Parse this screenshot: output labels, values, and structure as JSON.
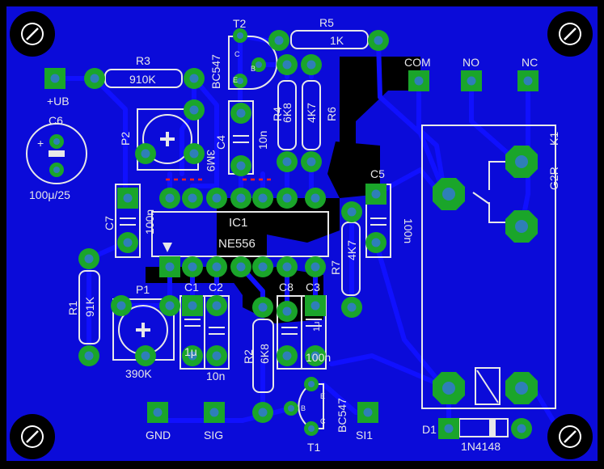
{
  "colors": {
    "background": "#000000",
    "copper": "#0b0bd9",
    "trace": "#1010ff",
    "pad": "#1aa52a",
    "hole": "#2e7fb8",
    "silk": "#e8e8e8",
    "dark_trace": "#000000",
    "red_mark": "#ff2020"
  },
  "components": {
    "T2": {
      "ref": "T2",
      "value": "BC547",
      "pins": [
        "C",
        "B",
        "E"
      ]
    },
    "T1": {
      "ref": "T1",
      "value": "BC547",
      "pins": [
        "E",
        "B",
        "C"
      ]
    },
    "R1": {
      "ref": "R1",
      "value": "91K"
    },
    "R2": {
      "ref": "R2",
      "value": "6K8"
    },
    "R3": {
      "ref": "R3",
      "value": "910K"
    },
    "R4": {
      "ref": "R4",
      "value": "6K8"
    },
    "R5": {
      "ref": "R5",
      "value": "1K"
    },
    "R6": {
      "ref": "R6",
      "value": "4K7"
    },
    "R7": {
      "ref": "R7",
      "value": "4K7"
    },
    "P1": {
      "ref": "P1",
      "value": "390K"
    },
    "P2": {
      "ref": "P2",
      "value": "3M9"
    },
    "C1": {
      "ref": "C1",
      "value": "1μ"
    },
    "C2": {
      "ref": "C2",
      "value": "10n"
    },
    "C3": {
      "ref": "C3",
      "value": "1μ"
    },
    "C4": {
      "ref": "C4",
      "value": "10n"
    },
    "C5": {
      "ref": "C5",
      "value": "100n"
    },
    "C6": {
      "ref": "C6",
      "value": "100μ/25",
      "plus": "+"
    },
    "C7": {
      "ref": "C7",
      "value": "100n"
    },
    "C8": {
      "ref": "C8",
      "value": "100n"
    },
    "IC1": {
      "ref": "IC1",
      "value": "NE556"
    },
    "K1": {
      "ref": "K1",
      "value": "G2R"
    },
    "D1": {
      "ref": "D1",
      "value": "1N4148"
    }
  },
  "connectors": {
    "ub": "+UB",
    "com": "COM",
    "no": "NO",
    "nc": "NC",
    "gnd": "GND",
    "sig": "SIG",
    "si1": "SI1"
  }
}
